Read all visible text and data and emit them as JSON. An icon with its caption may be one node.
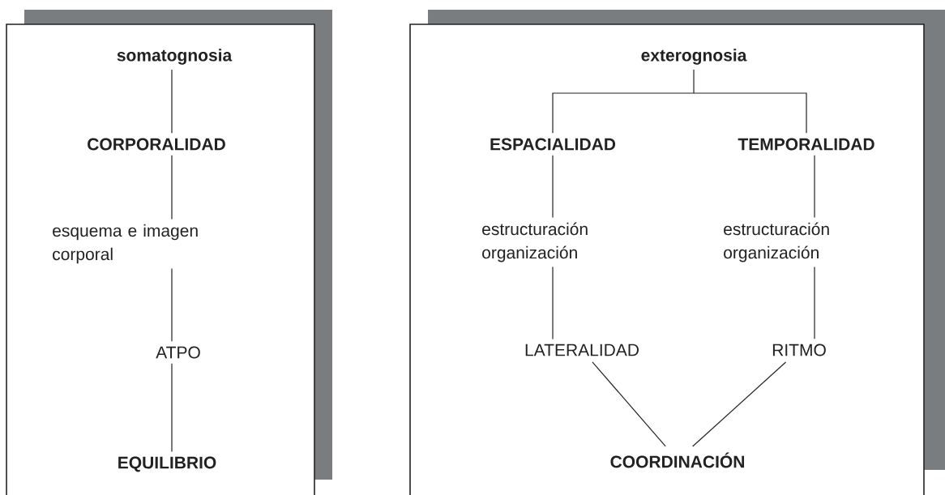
{
  "diagram": {
    "nodes": [
      {
        "text": [],
        "shape": "box"
      },
      {
        "text": [
          "somatognosia"
        ],
        "in": 0
      },
      {
        "text": [
          "CORPORALIDAD"
        ],
        "in": 0
      },
      {
        "text": [
          "esquema e imagen corporal"
        ],
        "in": 0
      },
      {
        "text": [
          "ATPO"
        ],
        "in": 0
      },
      {
        "text": [
          "EQUILIBRIO"
        ],
        "in": 0
      },
      {
        "text": [],
        "shape": "box"
      },
      {
        "text": [
          "exterognosia"
        ],
        "in": 6
      },
      {
        "text": [
          "ESPACIALIDAD"
        ],
        "in": 6
      },
      {
        "text": [
          "TEMPORALIDAD"
        ],
        "in": 6
      },
      {
        "text": [
          "estructuración organización"
        ],
        "in": 6
      },
      {
        "text": [
          "estructuración organización"
        ],
        "in": 6
      },
      {
        "text": [
          "LATERALIDAD"
        ],
        "in": 6
      },
      {
        "text": [
          "RITMO"
        ],
        "in": 6
      },
      {
        "text": [
          "COORDINACIÓN"
        ],
        "in": 6
      }
    ],
    "edges": [
      {
        "from": 1,
        "to": 2,
        "arrow": "none"
      },
      {
        "from": 2,
        "to": 3,
        "arrow": "none"
      },
      {
        "from": 3,
        "to": 4,
        "arrow": "none"
      },
      {
        "from": 4,
        "to": 5,
        "arrow": "none"
      },
      {
        "from": 7,
        "to": 8,
        "arrow": "none"
      },
      {
        "from": 7,
        "to": 9,
        "arrow": "none"
      },
      {
        "from": 8,
        "to": 10,
        "arrow": "none"
      },
      {
        "from": 9,
        "to": 11,
        "arrow": "none"
      },
      {
        "from": 10,
        "to": 12,
        "arrow": "none"
      },
      {
        "from": 11,
        "to": 13,
        "arrow": "none"
      },
      {
        "from": 12,
        "to": 14,
        "arrow": "none"
      },
      {
        "from": 13,
        "to": 14,
        "arrow": "none"
      }
    ]
  }
}
